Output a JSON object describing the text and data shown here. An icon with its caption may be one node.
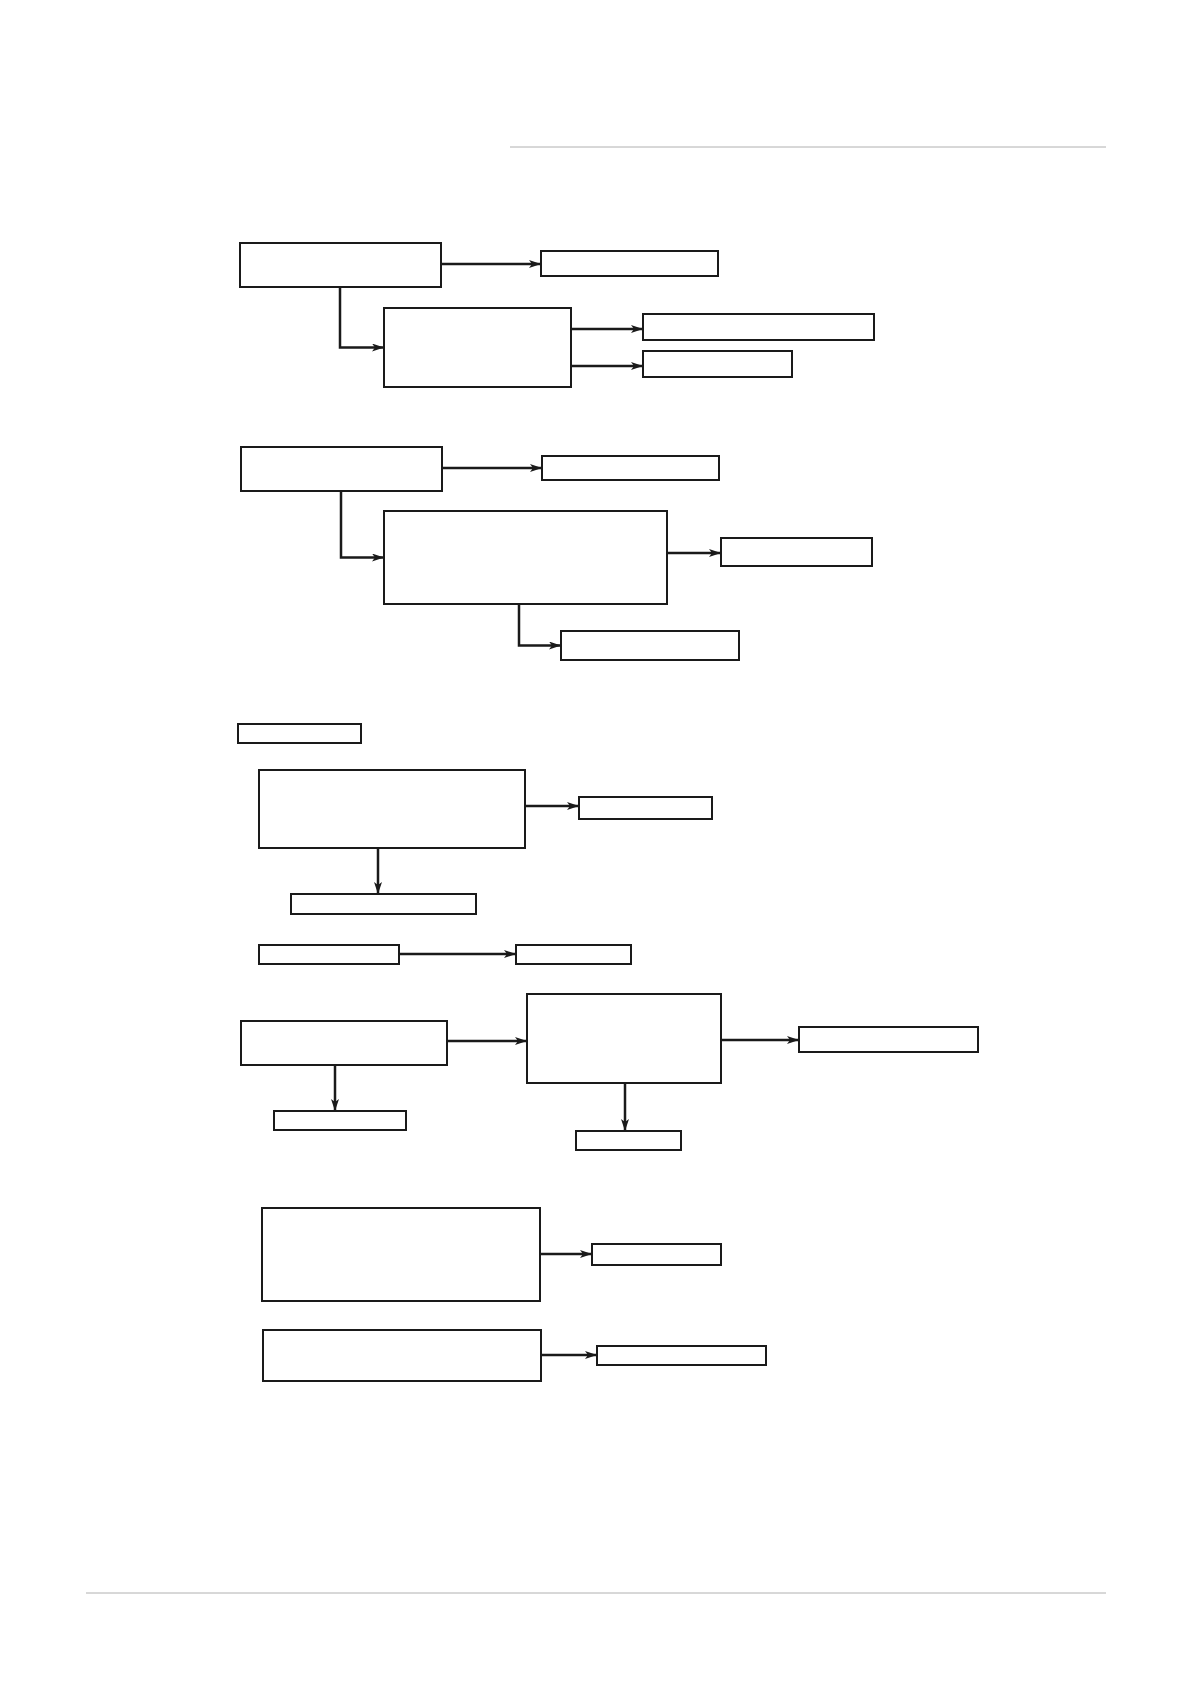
{
  "diagram": {
    "nodes": [
      {
        "text": [],
        "shape": "box"
      },
      {
        "text": [],
        "shape": "box"
      },
      {
        "text": [],
        "shape": "box"
      },
      {
        "text": [],
        "shape": "box"
      },
      {
        "text": [],
        "shape": "box"
      },
      {
        "text": [],
        "shape": "box"
      },
      {
        "text": [],
        "shape": "box"
      },
      {
        "text": [],
        "shape": "box"
      },
      {
        "text": [],
        "shape": "box"
      },
      {
        "text": [],
        "shape": "box"
      },
      {
        "text": [],
        "shape": "box"
      },
      {
        "text": [],
        "shape": "box"
      },
      {
        "text": [],
        "shape": "box"
      },
      {
        "text": [],
        "shape": "box"
      },
      {
        "text": [],
        "shape": "box"
      },
      {
        "text": [],
        "shape": "box"
      },
      {
        "text": [],
        "shape": "box"
      },
      {
        "text": [],
        "shape": "box"
      },
      {
        "text": [],
        "shape": "box"
      },
      {
        "text": [],
        "shape": "box"
      },
      {
        "text": [],
        "shape": "box"
      },
      {
        "text": [],
        "shape": "box"
      },
      {
        "text": [],
        "shape": "box"
      },
      {
        "text": [],
        "shape": "box"
      },
      {
        "text": [],
        "shape": "box"
      }
    ],
    "edges": [
      {
        "from": 0,
        "to": 1,
        "arrow": "to"
      },
      {
        "from": 0,
        "to": 2,
        "arrow": "to"
      },
      {
        "from": 2,
        "to": 3,
        "arrow": "to"
      },
      {
        "from": 2,
        "to": 4,
        "arrow": "to"
      },
      {
        "from": 5,
        "to": 6,
        "arrow": "to"
      },
      {
        "from": 5,
        "to": 7,
        "arrow": "to"
      },
      {
        "from": 7,
        "to": 8,
        "arrow": "to"
      },
      {
        "from": 7,
        "to": 9,
        "arrow": "to"
      },
      {
        "from": 11,
        "to": 12,
        "arrow": "to"
      },
      {
        "from": 11,
        "to": 13,
        "arrow": "to"
      },
      {
        "from": 14,
        "to": 15,
        "arrow": "to"
      },
      {
        "from": 16,
        "to": 17,
        "arrow": "to"
      },
      {
        "from": 17,
        "to": 18,
        "arrow": "to"
      },
      {
        "from": 16,
        "to": 19,
        "arrow": "to"
      },
      {
        "from": 17,
        "to": 20,
        "arrow": "to"
      },
      {
        "from": 21,
        "to": 22,
        "arrow": "to"
      },
      {
        "from": 23,
        "to": 24,
        "arrow": "to"
      }
    ]
  }
}
